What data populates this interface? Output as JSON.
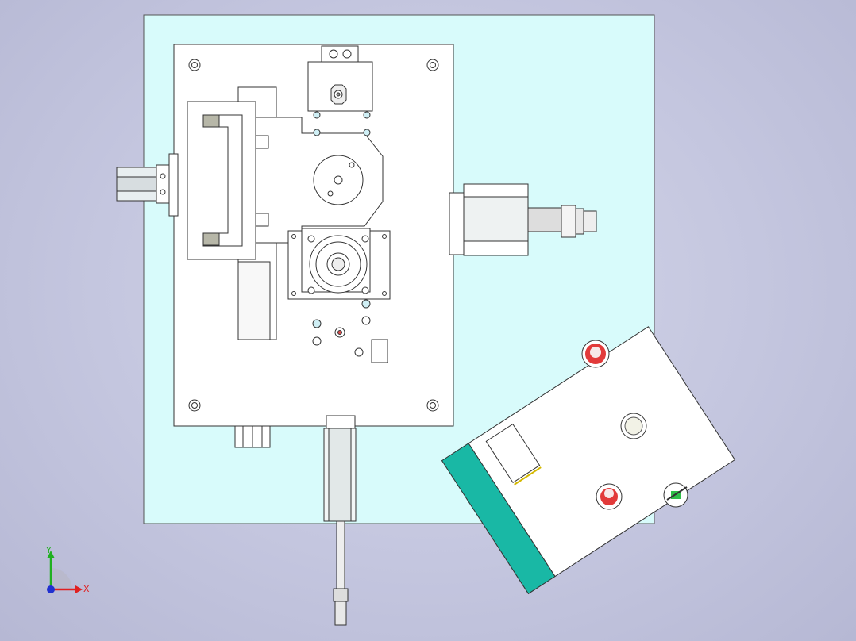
{
  "viewport": {
    "background_color": "#c6c8e0",
    "base_plate_color": "#d8fbfb",
    "panel_color": "#ffffff",
    "box_side_color": "#19b8a5",
    "outline_color": "#3a3a3a"
  },
  "control_box": {
    "buttons": [
      {
        "name": "emergency-stop",
        "color": "#e23a3a"
      },
      {
        "name": "start",
        "color": "#f2f2e6"
      },
      {
        "name": "stop",
        "color": "#e23a3a"
      },
      {
        "name": "selector-switch",
        "color": "#2fbf4a"
      }
    ]
  },
  "triad": {
    "x_label": "X",
    "y_label": "Y",
    "x_color": "#e02020",
    "y_color": "#20b020",
    "origin_color": "#2030d0"
  }
}
